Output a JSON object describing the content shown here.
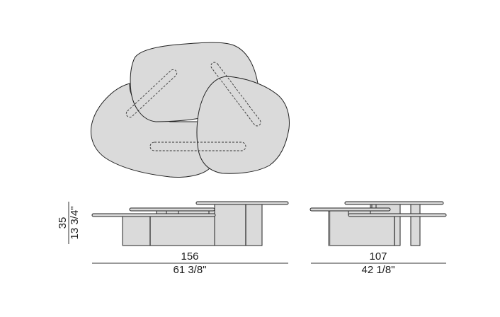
{
  "colors": {
    "fill": "#dadada",
    "stroke": "#222222",
    "dim_line": "#333333",
    "background": "#ffffff"
  },
  "top_view": {
    "label": "plan-view",
    "tops": [
      "large-left-top",
      "upper-top",
      "right-top"
    ],
    "slots": [
      "left-diagonal-slot",
      "right-diagonal-slot",
      "horizontal-slot"
    ]
  },
  "front_view": {
    "width_cm": "156",
    "width_in": "61 3/8\"",
    "height_cm": "35",
    "height_in": "13 3/4\""
  },
  "side_view": {
    "depth_cm": "107",
    "depth_in": "42 1/8\""
  }
}
